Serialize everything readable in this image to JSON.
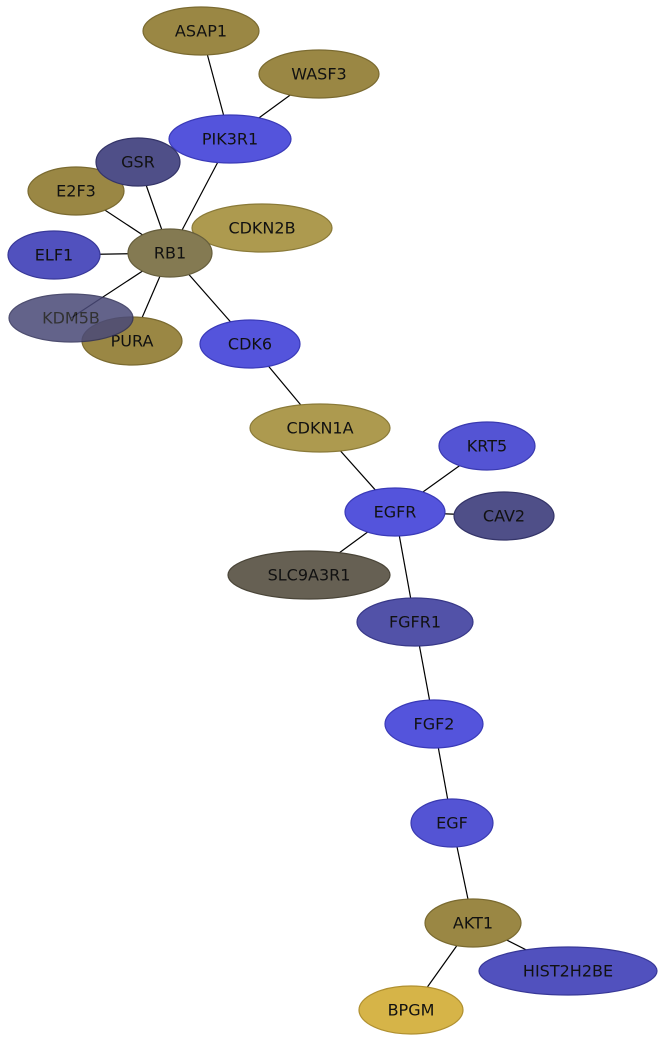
{
  "nodes": [
    {
      "id": "ASAP1",
      "label": "ASAP1",
      "fill": "#9a8744",
      "stroke": "#7a6a30"
    },
    {
      "id": "WASF3",
      "label": "WASF3",
      "fill": "#9a8744",
      "stroke": "#7a6a30"
    },
    {
      "id": "PIK3R1",
      "label": "PIK3R1",
      "fill": "#5454dc",
      "stroke": "#3a3ab8"
    },
    {
      "id": "GSR",
      "label": "GSR",
      "fill": "#4f4f88",
      "stroke": "#343468"
    },
    {
      "id": "E2F3",
      "label": "E2F3",
      "fill": "#9a8744",
      "stroke": "#7a6a30"
    },
    {
      "id": "CDKN2B",
      "label": "CDKN2B",
      "fill": "#ad9a4f",
      "stroke": "#8a7a38"
    },
    {
      "id": "ELF1",
      "label": "ELF1",
      "fill": "#5151be",
      "stroke": "#383898"
    },
    {
      "id": "RB1",
      "label": "RB1",
      "fill": "#847a52",
      "stroke": "#665e3c"
    },
    {
      "id": "KDM5B",
      "label": "KDM5B",
      "fill": "#4a4a78",
      "stroke": "#303058"
    },
    {
      "id": "PURA",
      "label": "PURA",
      "fill": "#9a8744",
      "stroke": "#7a6a30"
    },
    {
      "id": "CDK6",
      "label": "CDK6",
      "fill": "#5454dc",
      "stroke": "#3a3ab8"
    },
    {
      "id": "CDKN1A",
      "label": "CDKN1A",
      "fill": "#ad9a4f",
      "stroke": "#8a7a38"
    },
    {
      "id": "KRT5",
      "label": "KRT5",
      "fill": "#5454d4",
      "stroke": "#3a3ab0"
    },
    {
      "id": "EGFR",
      "label": "EGFR",
      "fill": "#5454dc",
      "stroke": "#3a3ab8"
    },
    {
      "id": "CAV2",
      "label": "CAV2",
      "fill": "#4f4f88",
      "stroke": "#343468"
    },
    {
      "id": "SLC9A3R1",
      "label": "SLC9A3R1",
      "fill": "#666053",
      "stroke": "#4a4538"
    },
    {
      "id": "FGFR1",
      "label": "FGFR1",
      "fill": "#5252a8",
      "stroke": "#383888"
    },
    {
      "id": "FGF2",
      "label": "FGF2",
      "fill": "#5454dc",
      "stroke": "#3a3ab8"
    },
    {
      "id": "EGF",
      "label": "EGF",
      "fill": "#5454d4",
      "stroke": "#3a3ab0"
    },
    {
      "id": "AKT1",
      "label": "AKT1",
      "fill": "#9a8744",
      "stroke": "#7a6a30"
    },
    {
      "id": "HIST2H2BE",
      "label": "HIST2H2BE",
      "fill": "#5151be",
      "stroke": "#383898"
    },
    {
      "id": "BPGM",
      "label": "BPGM",
      "fill": "#d6b448",
      "stroke": "#b09030"
    }
  ],
  "edges": [
    {
      "from": "ASAP1",
      "to": "PIK3R1"
    },
    {
      "from": "WASF3",
      "to": "PIK3R1"
    },
    {
      "from": "PIK3R1",
      "to": "RB1"
    },
    {
      "from": "GSR",
      "to": "RB1"
    },
    {
      "from": "E2F3",
      "to": "RB1"
    },
    {
      "from": "ELF1",
      "to": "RB1"
    },
    {
      "from": "KDM5B",
      "to": "RB1"
    },
    {
      "from": "PURA",
      "to": "RB1"
    },
    {
      "from": "CDKN2B",
      "to": "RB1"
    },
    {
      "from": "RB1",
      "to": "CDK6"
    },
    {
      "from": "CDK6",
      "to": "CDKN1A"
    },
    {
      "from": "CDKN1A",
      "to": "EGFR"
    },
    {
      "from": "KRT5",
      "to": "EGFR"
    },
    {
      "from": "CAV2",
      "to": "EGFR"
    },
    {
      "from": "SLC9A3R1",
      "to": "EGFR"
    },
    {
      "from": "EGFR",
      "to": "FGFR1"
    },
    {
      "from": "FGFR1",
      "to": "FGF2"
    },
    {
      "from": "FGF2",
      "to": "EGF"
    },
    {
      "from": "EGF",
      "to": "AKT1"
    },
    {
      "from": "AKT1",
      "to": "HIST2H2BE"
    },
    {
      "from": "AKT1",
      "to": "BPGM"
    }
  ]
}
